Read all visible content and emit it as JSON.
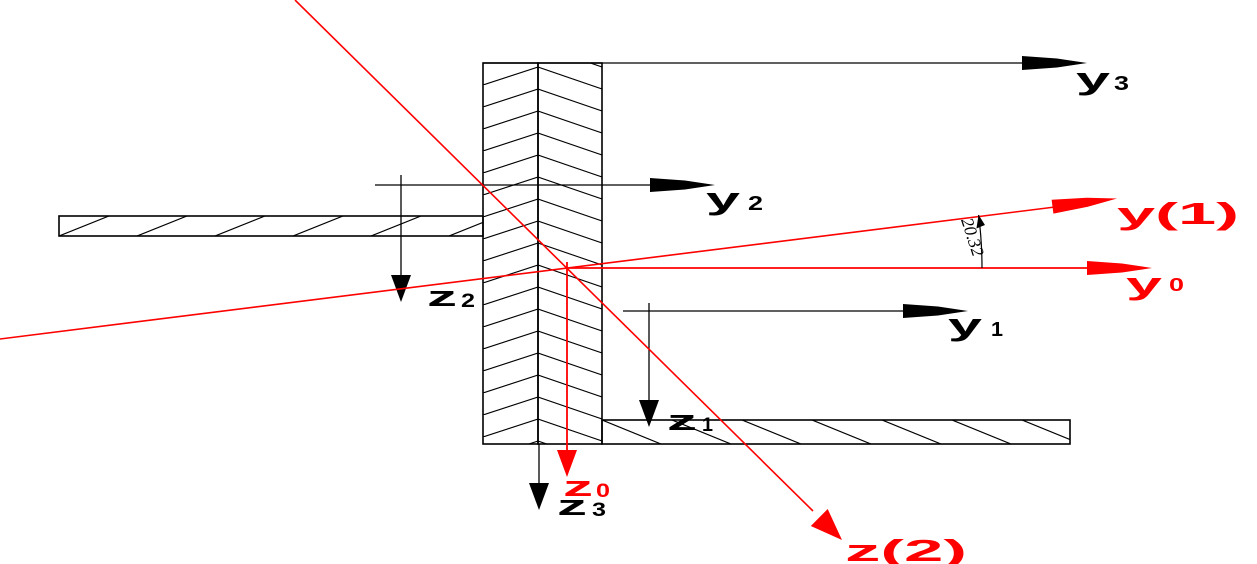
{
  "diagram": {
    "part_axes": {
      "y1": {
        "main": "y",
        "sub": "1"
      },
      "y2": {
        "main": "y",
        "sub": "2"
      },
      "y3": {
        "main": "y",
        "sub": "3"
      },
      "z1": {
        "main": "z",
        "sub": "1"
      },
      "z2": {
        "main": "z",
        "sub": "2"
      },
      "z3": {
        "main": "z",
        "sub": "3"
      }
    },
    "centroid_axes": {
      "y0": {
        "main": "y",
        "sub": "0"
      },
      "z0": {
        "main": "z",
        "sub": "0"
      }
    },
    "principal_axes": {
      "y_principal": {
        "label": "y(1)"
      },
      "z_principal": {
        "label": "z(2)"
      }
    },
    "angle": {
      "value": "20.32"
    },
    "colors": {
      "primary": "#000000",
      "principal": "#ff0000",
      "background": "#ffffff"
    }
  }
}
